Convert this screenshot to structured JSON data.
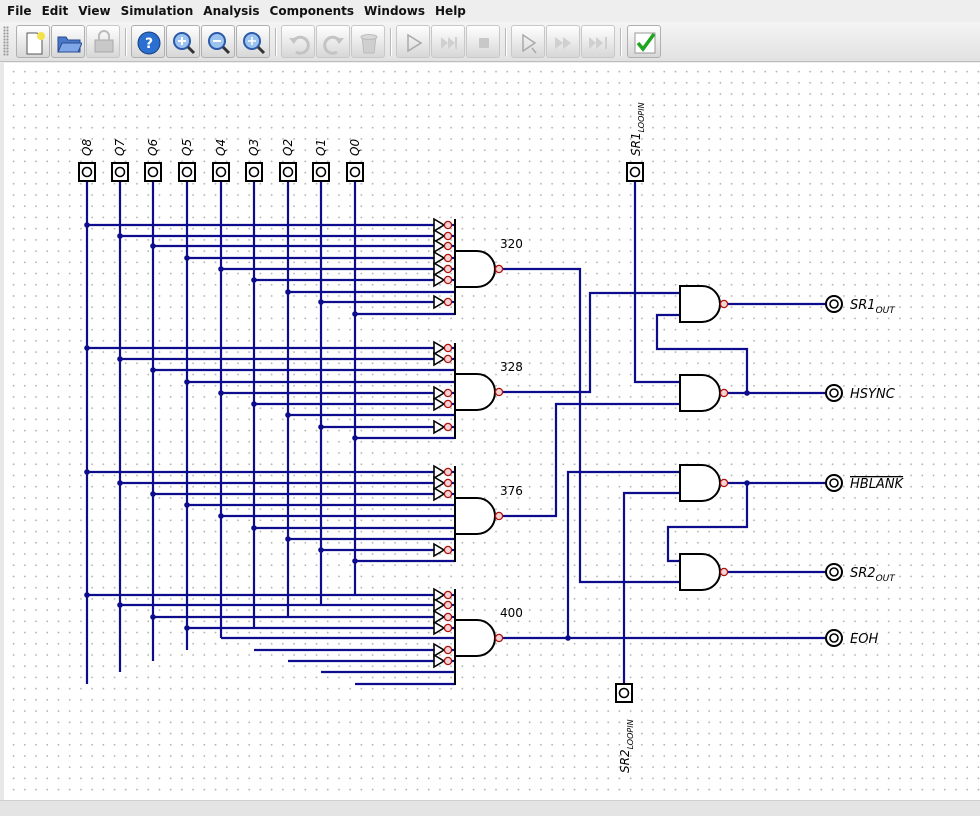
{
  "menu": [
    "File",
    "Edit",
    "View",
    "Simulation",
    "Analysis",
    "Components",
    "Windows",
    "Help"
  ],
  "toolbar": {
    "buttons": [
      {
        "name": "new-file",
        "enabled": true
      },
      {
        "name": "open-file",
        "enabled": true
      },
      {
        "name": "save-file",
        "enabled": false
      },
      {
        "name": "help",
        "enabled": true
      },
      {
        "name": "zoom-in",
        "enabled": true
      },
      {
        "name": "zoom-out",
        "enabled": true
      },
      {
        "name": "zoom-fit",
        "enabled": true
      },
      {
        "name": "undo",
        "enabled": false
      },
      {
        "name": "redo",
        "enabled": false
      },
      {
        "name": "delete",
        "enabled": false
      },
      {
        "name": "run-simulation",
        "enabled": false
      },
      {
        "name": "step-simulation",
        "enabled": false
      },
      {
        "name": "stop-simulation",
        "enabled": false
      },
      {
        "name": "run-to-break",
        "enabled": false
      },
      {
        "name": "run-fast",
        "enabled": false
      },
      {
        "name": "run-fastest",
        "enabled": false
      },
      {
        "name": "analyse-check",
        "enabled": true
      }
    ]
  },
  "circuit": {
    "inputs": [
      "Q8",
      "Q7",
      "Q6",
      "Q5",
      "Q4",
      "Q3",
      "Q2",
      "Q1",
      "Q0"
    ],
    "gate_labels": [
      "320",
      "328",
      "376",
      "400"
    ],
    "loop_input_top": {
      "base": "SR1",
      "sub": "LOOPIN"
    },
    "loop_input_bottom": {
      "base": "SR2",
      "sub": "LOOPIN"
    },
    "outputs": [
      {
        "base": "SR1",
        "sub": "OUT",
        "overline": false
      },
      {
        "base": "HSYNC",
        "sub": "",
        "overline": false
      },
      {
        "base": "HBLANK",
        "sub": "",
        "overline": true
      },
      {
        "base": "SR2",
        "sub": "OUT",
        "overline": false
      },
      {
        "base": "EOH",
        "sub": "",
        "overline": false
      }
    ]
  },
  "colors": {
    "wire": "#0c0c8c",
    "gate": "#000000",
    "bubble_fill": "#f4d4d4",
    "bubble_stroke": "#b01010"
  }
}
